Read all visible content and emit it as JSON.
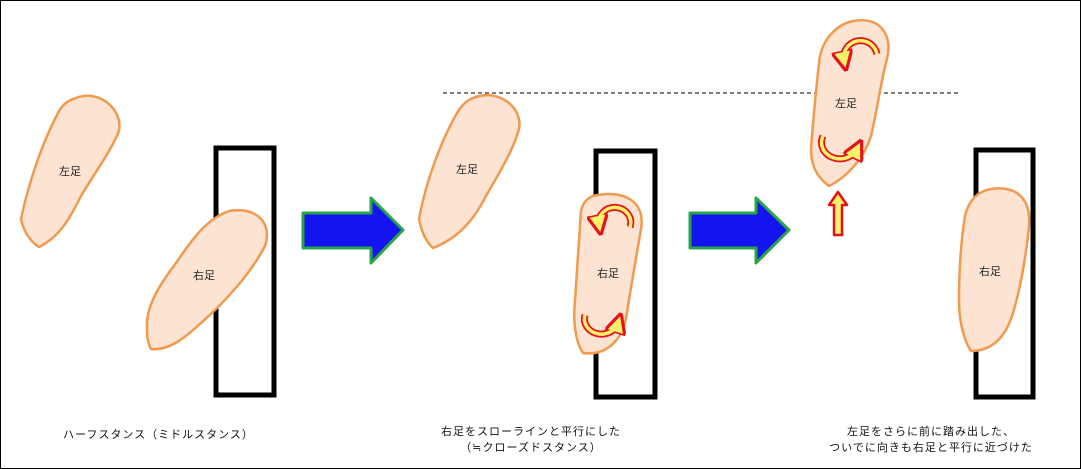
{
  "colors": {
    "foot_fill": "#fde3d2",
    "foot_stroke": "#ef9a4e",
    "arrow_fill": "#1414f0",
    "arrow_stroke": "#2aa44a",
    "rotate_fill": "#f7f26a",
    "rotate_stroke": "#e8101a",
    "board_stroke": "#000000"
  },
  "feet": {
    "left": "左足",
    "right": "右足"
  },
  "captions": {
    "step1": "ハーフスタンス（ミドルスタンス）",
    "step2_line1": "右足をスローラインと平行にした",
    "step2_line2": "（≒クローズドスタンス）",
    "step3_line1": "左足をさらに前に踏み出した、",
    "step3_line2": "ついでに向きも右足と平行に近づけた"
  },
  "icons": {
    "step_arrow": "right-arrow-icon",
    "rotate": "rotate-arrow-icon",
    "forward": "up-arrow-icon"
  }
}
